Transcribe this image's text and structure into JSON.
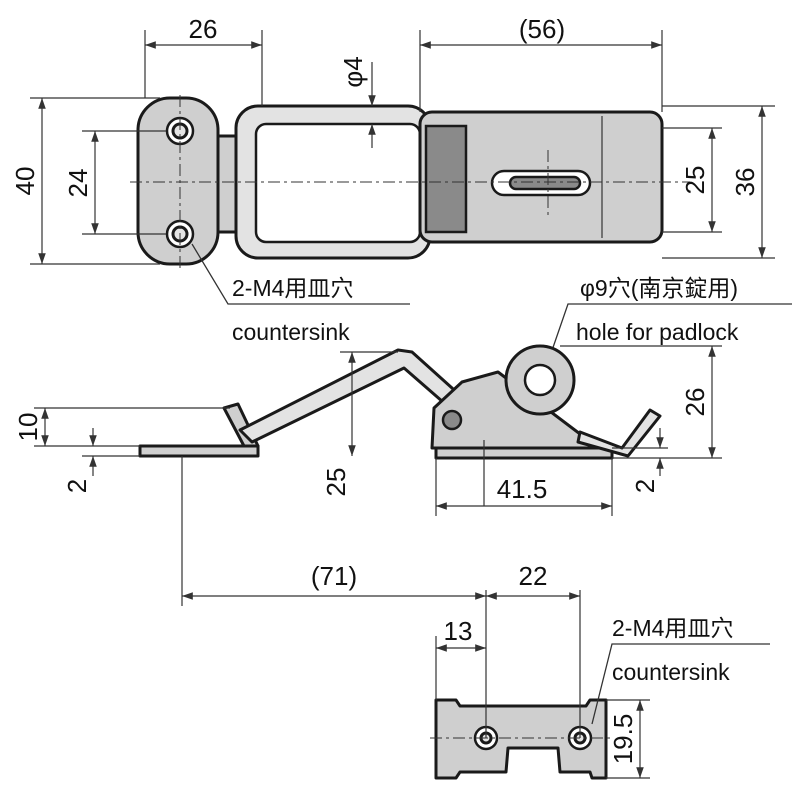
{
  "top_view": {
    "dim_mount_pitch_x": "26",
    "dim_hasp_length": "(56)",
    "dim_pin_dia": "φ4",
    "dim_overall_height": "40",
    "dim_mount_pitch_y": "24",
    "dim_hasp_height": "25",
    "dim_total_height": "36",
    "screw_note_jp": "2-M4用皿穴",
    "screw_note_en": "countersink",
    "padlock_note_jp": "φ9穴(南京錠用)",
    "padlock_note_en": "hole for padlock"
  },
  "side_view": {
    "dim_lever_height": "10",
    "dim_thickness_left": "2",
    "dim_clearance": "25",
    "dim_catch_length": "41.5",
    "dim_eye_height": "26",
    "dim_thickness_right": "2"
  },
  "catch_view": {
    "dim_total_span": "(71)",
    "dim_catch_pitch": "22",
    "dim_catch_offset": "13",
    "dim_catch_height": "19.5",
    "screw_note_jp": "2-M4用皿穴",
    "screw_note_en": "countersink"
  }
}
